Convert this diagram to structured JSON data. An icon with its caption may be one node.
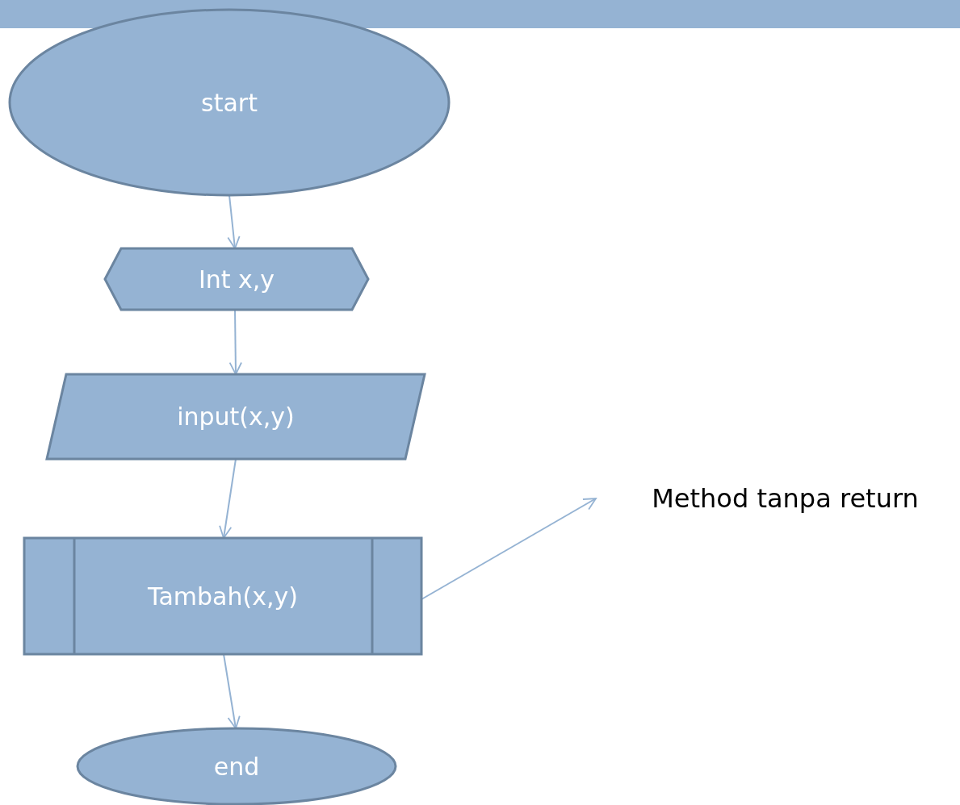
{
  "diagram": {
    "nodes": [
      {
        "text": [
          "start"
        ]
      },
      {
        "text": [
          "Int x,y"
        ]
      },
      {
        "text": [
          "input(x,y)"
        ]
      },
      {
        "text": [
          "Tambah(x,y)"
        ]
      },
      {
        "text": [
          "end"
        ]
      },
      {
        "text": [
          "Method tanpa return"
        ]
      }
    ],
    "edges": [
      {
        "from": 0,
        "to": 1,
        "arrow": "to"
      },
      {
        "from": 1,
        "to": 2,
        "arrow": "to"
      },
      {
        "from": 2,
        "to": 3,
        "arrow": "to"
      },
      {
        "from": 3,
        "to": 4,
        "arrow": "to"
      },
      {
        "from": 3,
        "to": 5,
        "arrow": "to"
      }
    ]
  }
}
